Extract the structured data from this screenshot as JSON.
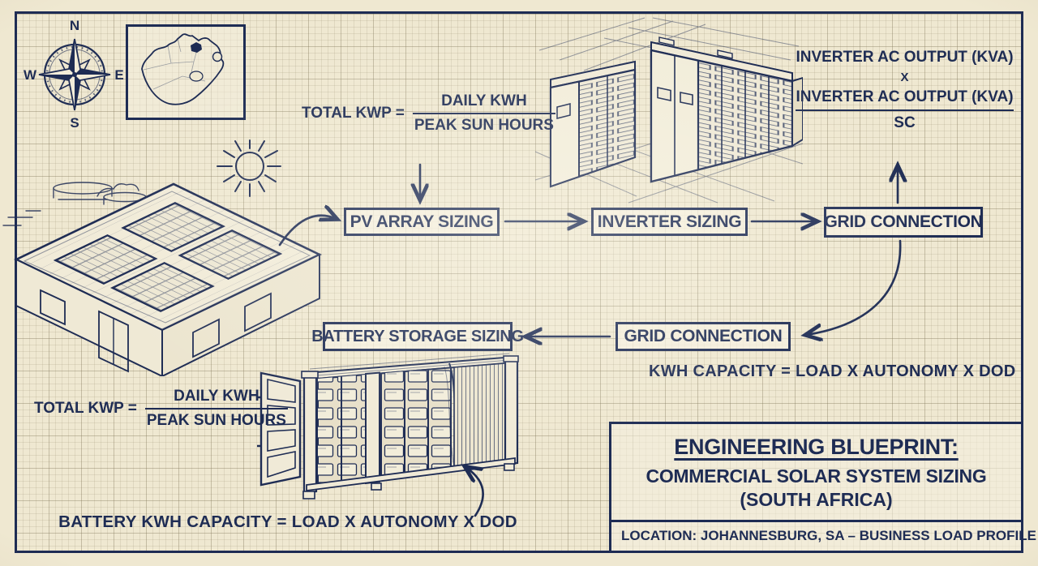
{
  "palette": {
    "ink": "#1e2c54",
    "paper": "#efe8d1"
  },
  "compass": {
    "north": "N",
    "east": "E",
    "south": "S",
    "west": "W"
  },
  "formula_pv_top": {
    "lhs": "TOTAL KWP =",
    "numerator": "DAILY KWH",
    "denominator": "PEAK SUN HOURS"
  },
  "formula_inverter": {
    "numerator_line1": "INVERTER AC OUTPUT (KVA)",
    "multiply": "X",
    "numerator_line2": "INVERTER AC OUTPUT (KVA)",
    "denominator": "SC"
  },
  "flow": {
    "pv_array": "PV ARRAY SIZING",
    "inverter": "INVERTER SIZING",
    "grid_top": "GRID CONNECTION",
    "battery_storage": "BATTERY STORAGE SIZING",
    "grid_bottom": "GRID CONNECTION"
  },
  "formula_grid": {
    "text": "KWH CAPACITY = LOAD X AUTONOMY X DOD"
  },
  "formula_pv_bottom": {
    "lhs": "TOTAL KWP =",
    "numerator": "DAILY KWH",
    "denominator": "PEAK SUN HOURS"
  },
  "formula_battery": {
    "text": "BATTERY KWH CAPACITY = LOAD X AUTONOMY X DOD"
  },
  "title_block": {
    "title": "ENGINEERING BLUEPRINT:",
    "line2": "COMMERCIAL SOLAR SYSTEM SIZING",
    "line3": "(SOUTH AFRICA)",
    "location": "LOCATION: JOHANNESBURG, SA – BUSINESS LOAD PROFILE"
  }
}
